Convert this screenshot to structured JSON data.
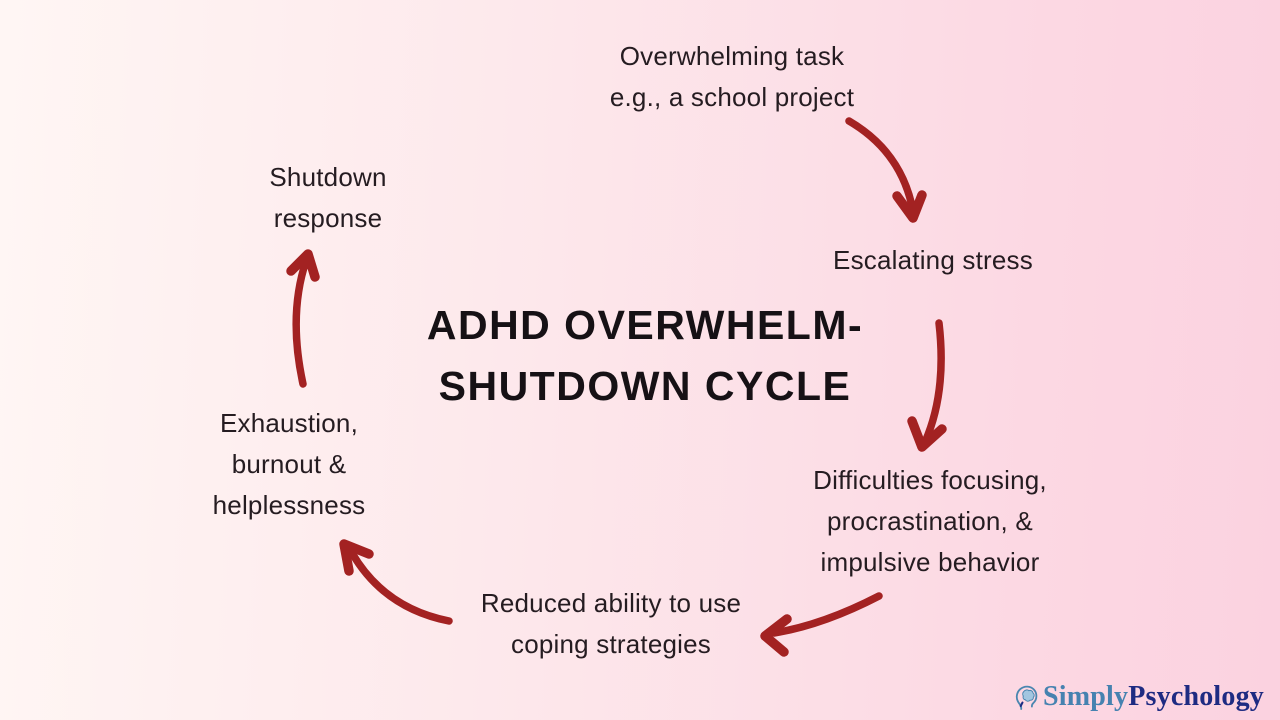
{
  "title": {
    "lines": [
      "ADHD OVERWHELM-",
      "SHUTDOWN CYCLE"
    ]
  },
  "nodes": {
    "overwhelming_task": {
      "lines": [
        "Overwhelming task",
        "e.g., a school project"
      ]
    },
    "escalating_stress": {
      "lines": [
        "Escalating stress"
      ]
    },
    "difficulties": {
      "lines": [
        "Difficulties focusing,",
        "procrastination, &",
        "impulsive behavior"
      ]
    },
    "reduced_ability": {
      "lines": [
        "Reduced ability to use",
        "coping strategies"
      ]
    },
    "exhaustion": {
      "lines": [
        "Exhaustion,",
        "burnout &",
        "helplessness"
      ]
    },
    "shutdown_response": {
      "lines": [
        "Shutdown",
        "response"
      ]
    }
  },
  "cycle_order": [
    "Overwhelming task",
    "Escalating stress",
    "Difficulties focusing, procrastination, & impulsive behavior",
    "Reduced ability to use coping strategies",
    "Exhaustion, burnout & helplessness",
    "Shutdown response"
  ],
  "icons": {
    "arrows": [
      "arrow-task-to-stress",
      "arrow-stress-to-difficulties",
      "arrow-difficulties-to-reduced",
      "arrow-reduced-to-exhaustion",
      "arrow-exhaustion-to-shutdown"
    ],
    "logo_icon": "head-brain-icon"
  },
  "logo": {
    "simply": "Simply",
    "psychology": "Psychology"
  },
  "colors": {
    "arrow_red": "#a32222",
    "title_text": "#161115",
    "body_text": "#251c21",
    "background_left": "#fff6f4",
    "background_right": "#fbd2e0",
    "logo_simply_blue": "#4682b0",
    "logo_psychology_navy": "#1e2b82"
  }
}
